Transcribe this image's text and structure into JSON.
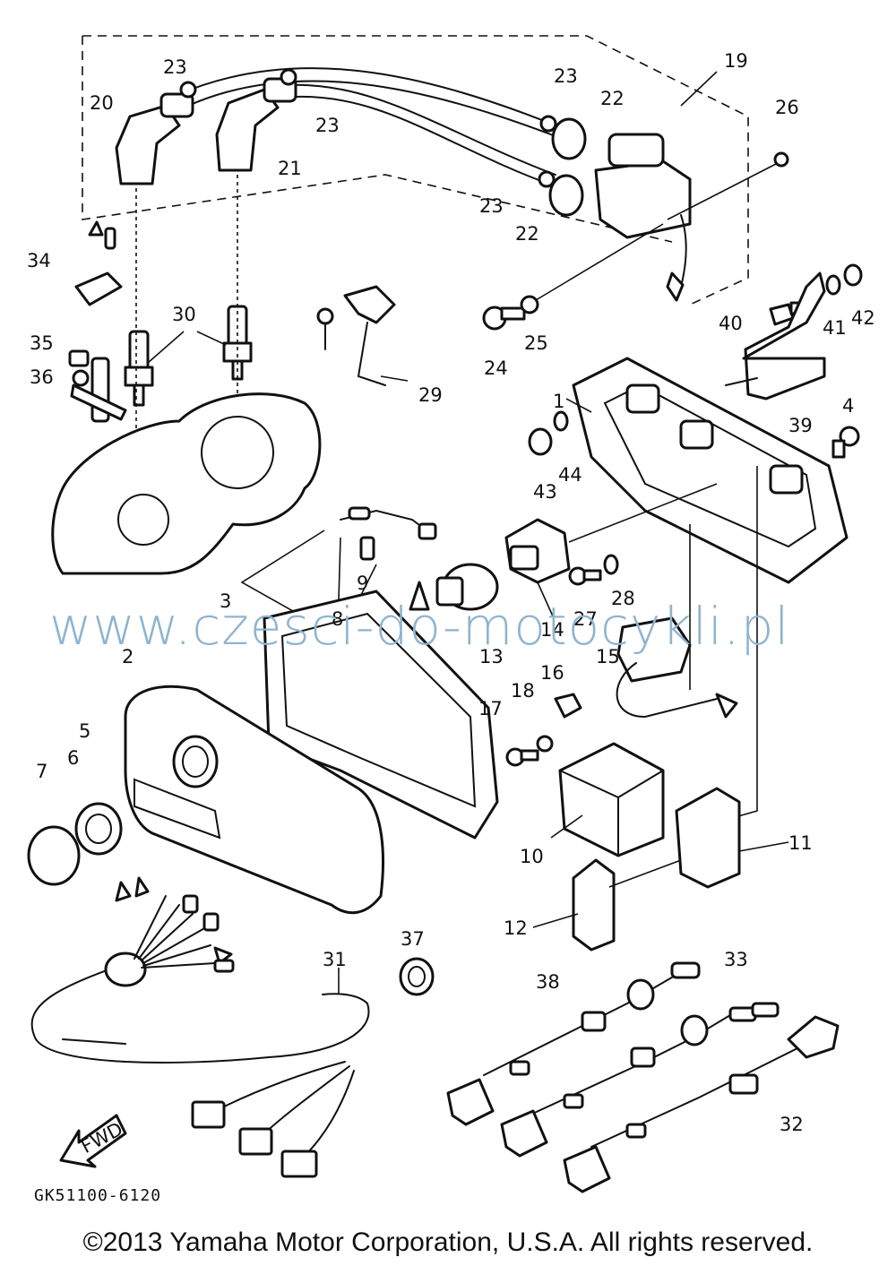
{
  "watermark": "www.czesci-do-motocykli.pl",
  "diagram_code": "GK51100-6120",
  "copyright": "©2013 Yamaha Motor Corporation, U.S.A. All rights reserved.",
  "direction_label": "FWD",
  "callouts": {
    "c1": "1",
    "c2": "2",
    "c3": "3",
    "c4": "4",
    "c5": "5",
    "c6": "6",
    "c7": "7",
    "c8": "8",
    "c9": "9",
    "c10": "10",
    "c11": "11",
    "c12": "12",
    "c13": "13",
    "c14": "14",
    "c15": "15",
    "c16": "16",
    "c17": "17",
    "c18": "18",
    "c19": "19",
    "c20": "20",
    "c21": "21",
    "c22a": "22",
    "c22b": "22",
    "c23a": "23",
    "c23b": "23",
    "c23c": "23",
    "c23d": "23",
    "c24": "24",
    "c25": "25",
    "c26": "26",
    "c27": "27",
    "c28": "28",
    "c29": "29",
    "c30": "30",
    "c31": "31",
    "c32": "32",
    "c33": "33",
    "c34": "34",
    "c35": "35",
    "c36": "36",
    "c37": "37",
    "c38": "38",
    "c39": "39",
    "c40": "40",
    "c41": "41",
    "c42": "42",
    "c43": "43",
    "c44": "44"
  }
}
